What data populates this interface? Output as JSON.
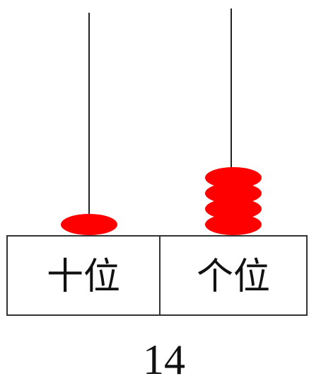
{
  "abacus": {
    "columns": [
      {
        "label": "十位",
        "bead_count": 1
      },
      {
        "label": "个位",
        "bead_count": 4
      }
    ],
    "number": "14",
    "bead_color": "#ff0000",
    "rod_color": "#222222",
    "frame_color": "#333333"
  }
}
